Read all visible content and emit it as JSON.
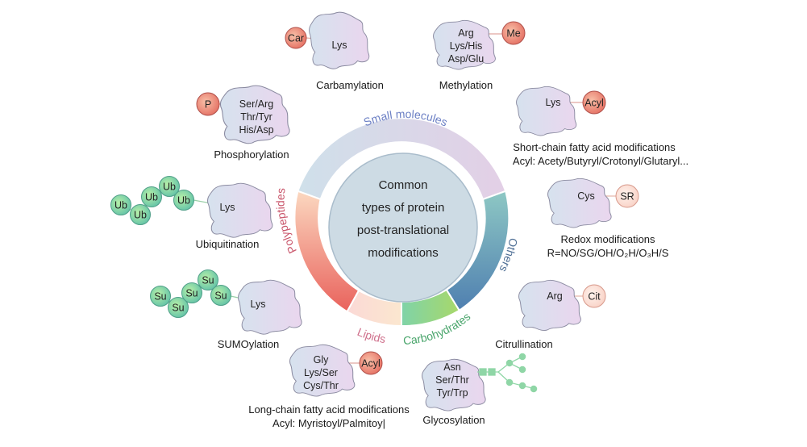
{
  "center": {
    "line1": "Common",
    "line2": "types of protein",
    "line3": "post-translational",
    "line4": "modifications"
  },
  "categories": {
    "small_molecules": "Small molecules",
    "others": "Others",
    "carbohydrates": "Carbohydrates",
    "lipids": "Lipids",
    "polypeptides": "Polypeptides"
  },
  "colors": {
    "small_molecules": "#d9cde6",
    "others": "#6a92b8",
    "carbohydrates": "#8fd08a",
    "lipids": "#f6d1c9",
    "polypeptides": "#ef8f6f",
    "center": "#cddbe4",
    "protein_blob": "#e4dcf0",
    "modifier_red": "#ea7b6c",
    "ub_green": "#7fcf96",
    "glycan": "#8fd6a6"
  },
  "mods": {
    "carbamylation": {
      "title": "Carbamylation",
      "residue": "Lys",
      "tag": "Car"
    },
    "methylation": {
      "title": "Methylation",
      "residues": [
        "Arg",
        "Lys/His",
        "Asp/Glu"
      ],
      "tag": "Me"
    },
    "phosphorylation": {
      "title": "Phosphorylation",
      "residues": [
        "Ser/Arg",
        "Thr/Tyr",
        "His/Asp"
      ],
      "tag": "P"
    },
    "scfa": {
      "title": "Short-chain fatty acid modifications",
      "subtitle": "Acyl: Acety/Butyryl/Crotonyl/Glutaryl...",
      "residue": "Lys",
      "tag": "Acyl"
    },
    "ubiquitination": {
      "title": "Ubiquitination",
      "residue": "Lys",
      "tag": "Ub"
    },
    "redox": {
      "title": "Redox modifications",
      "subtitle": "R=NO/SG/OH/O₂H/O₃H/S",
      "residue": "Cys",
      "tag": "SR"
    },
    "sumoylation": {
      "title": "SUMOylation",
      "residue": "Lys",
      "tag": "Su"
    },
    "citrullination": {
      "title": "Citrullination",
      "residue": "Arg",
      "tag": "Cit"
    },
    "lcfa": {
      "title": "Long-chain fatty acid modifications",
      "subtitle": "Acyl: Myristoyl/Palmitoy|",
      "residues": [
        "Gly",
        "Lys/Ser",
        "Cys/Thr"
      ],
      "tag": "Acyl"
    },
    "glycosylation": {
      "title": "Glycosylation",
      "residues": [
        "Asn",
        "Ser/Thr",
        "Tyr/Trp"
      ]
    }
  }
}
